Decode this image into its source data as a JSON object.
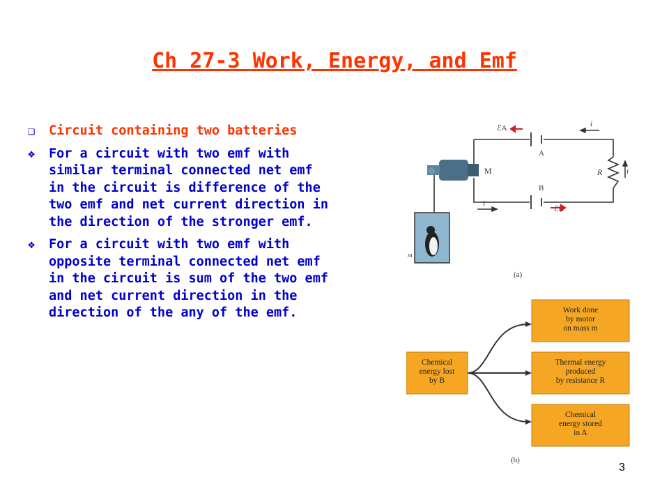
{
  "slide": {
    "title": "Ch 27-3 Work, Energy, and Emf",
    "number": "3",
    "colors": {
      "title": "#ff3300",
      "body": "#0000cc",
      "box_fill": "#f5a623"
    }
  },
  "bullets": [
    {
      "marker_icon": "hollow-square-icon",
      "text": "Circuit containing two batteries"
    },
    {
      "marker_icon": "diamond-bullet-icon",
      "text": "For a circuit with two emf with\nsimilar terminal connected net emf\nin the circuit is difference of the\ntwo emf and net current direction in\nthe direction of the stronger emf."
    },
    {
      "marker_icon": "diamond-bullet-icon",
      "text": "For a circuit with two emf with\nopposite terminal connected net emf\nin the circuit is sum of the two emf\nand net current direction in the\ndirection of the any of the emf."
    }
  ],
  "figure_a": {
    "caption": "(a)",
    "labels": {
      "battery_a": "A",
      "battery_b": "B",
      "motor": "M",
      "resistor": "R",
      "current": "i",
      "mass": "m",
      "emf_a": "ℰA",
      "emf_b": "ℰB"
    }
  },
  "figure_b": {
    "caption": "(b)",
    "source_box": "Chemical\nenergy lost\nby B",
    "target_boxes": [
      "Work done\nby motor\non mass m",
      "Thermal energy\nproduced\nby resistance R",
      "Chemical\nenergy stored\nin A"
    ]
  }
}
